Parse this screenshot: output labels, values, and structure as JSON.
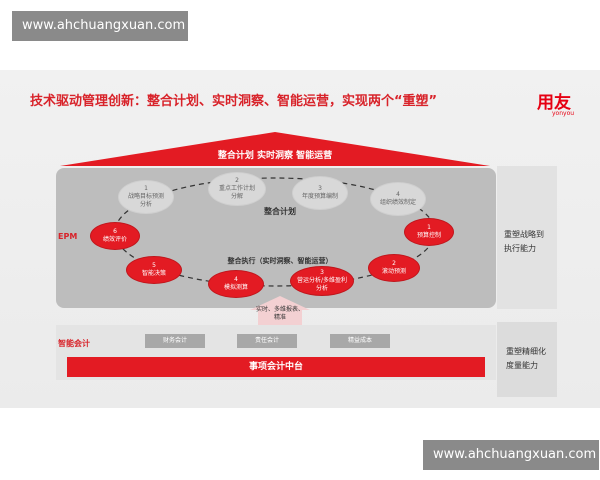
{
  "watermarks": {
    "top": "www.ahchuangxuan.com",
    "bottom": "www.ahchuangxuan.com"
  },
  "title": "技术驱动管理创新：整合计划、实时洞察、智能运营，实现两个“重塑”",
  "logo": {
    "main": "用友",
    "sub": "yonyou"
  },
  "roof_label": "整合计划 实时洞察 智能运营",
  "epm_label": "EPM",
  "cycle_center_top": "整合计划",
  "cycle_center_mid": "整合执行（实时洞察、智能运营）",
  "plan_nodes": [
    {
      "num": "1",
      "text": "战略目标预测分析"
    },
    {
      "num": "2",
      "text": "重点工作计划分解"
    },
    {
      "num": "3",
      "text": "年度预算编制"
    },
    {
      "num": "4",
      "text": "组织绩效制定"
    }
  ],
  "exec_nodes": [
    {
      "num": "1",
      "text": "预算控制"
    },
    {
      "num": "2",
      "text": "滚动预测"
    },
    {
      "num": "3",
      "text": "营运分析/多维盈利分析"
    },
    {
      "num": "4",
      "text": "模拟测算"
    },
    {
      "num": "5",
      "text": "智能决策"
    },
    {
      "num": "6",
      "text": "绩效评价"
    }
  ],
  "arrow_text": "实时、多维报表、精准",
  "right_labels": {
    "top": [
      "重塑战略到",
      "执行能力"
    ],
    "bottom": [
      "重塑精细化",
      "度量能力"
    ]
  },
  "smart_accounting_label": "智能会计",
  "pills": [
    "财务会计",
    "责任会计",
    "精益成本"
  ],
  "bottom_bar": "事项会计中台",
  "colors": {
    "accent": "#e31b23",
    "title": "#d8232a",
    "panel": "#bdbdbd",
    "watermark_bg": "#8a8a8a"
  }
}
